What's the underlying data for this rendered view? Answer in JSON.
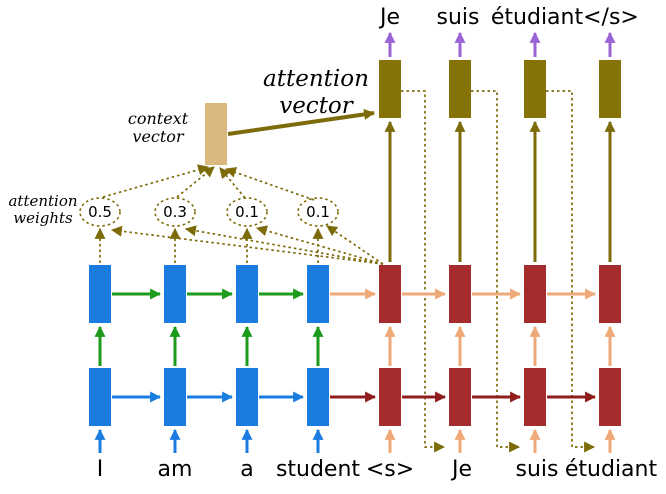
{
  "outputs": [
    "Je",
    "suis",
    "étudiant",
    "</s>"
  ],
  "encoder_inputs": [
    "I",
    "am",
    "a",
    "student"
  ],
  "decoder_inputs": [
    "<s>",
    "Je",
    "suis",
    "étudiant"
  ],
  "weights": [
    "0.5",
    "0.3",
    "0.1",
    "0.1"
  ],
  "labels": {
    "attention_vector_line1": "attention",
    "attention_vector_line2": "vector",
    "context_vector_line1": "context",
    "context_vector_line2": "vector",
    "attention_weights_line1": "attention",
    "attention_weights_line2": "weights"
  },
  "colors": {
    "encoder_cell": "#1B7CE0",
    "encoder_arrow": "#1B7CE0",
    "encoder_l2_arrow": "#1C9A1C",
    "decoder_cell": "#A52C2C",
    "decoder_l1_arrow": "#8F1D1D",
    "decoder_l2_arrow": "#EFA878",
    "attention_cell": "#867307",
    "attention_arrow": "#7D6B0A",
    "context_cell": "#DBB87E",
    "output_arrow": "#9A63D6",
    "text": "#000000"
  }
}
